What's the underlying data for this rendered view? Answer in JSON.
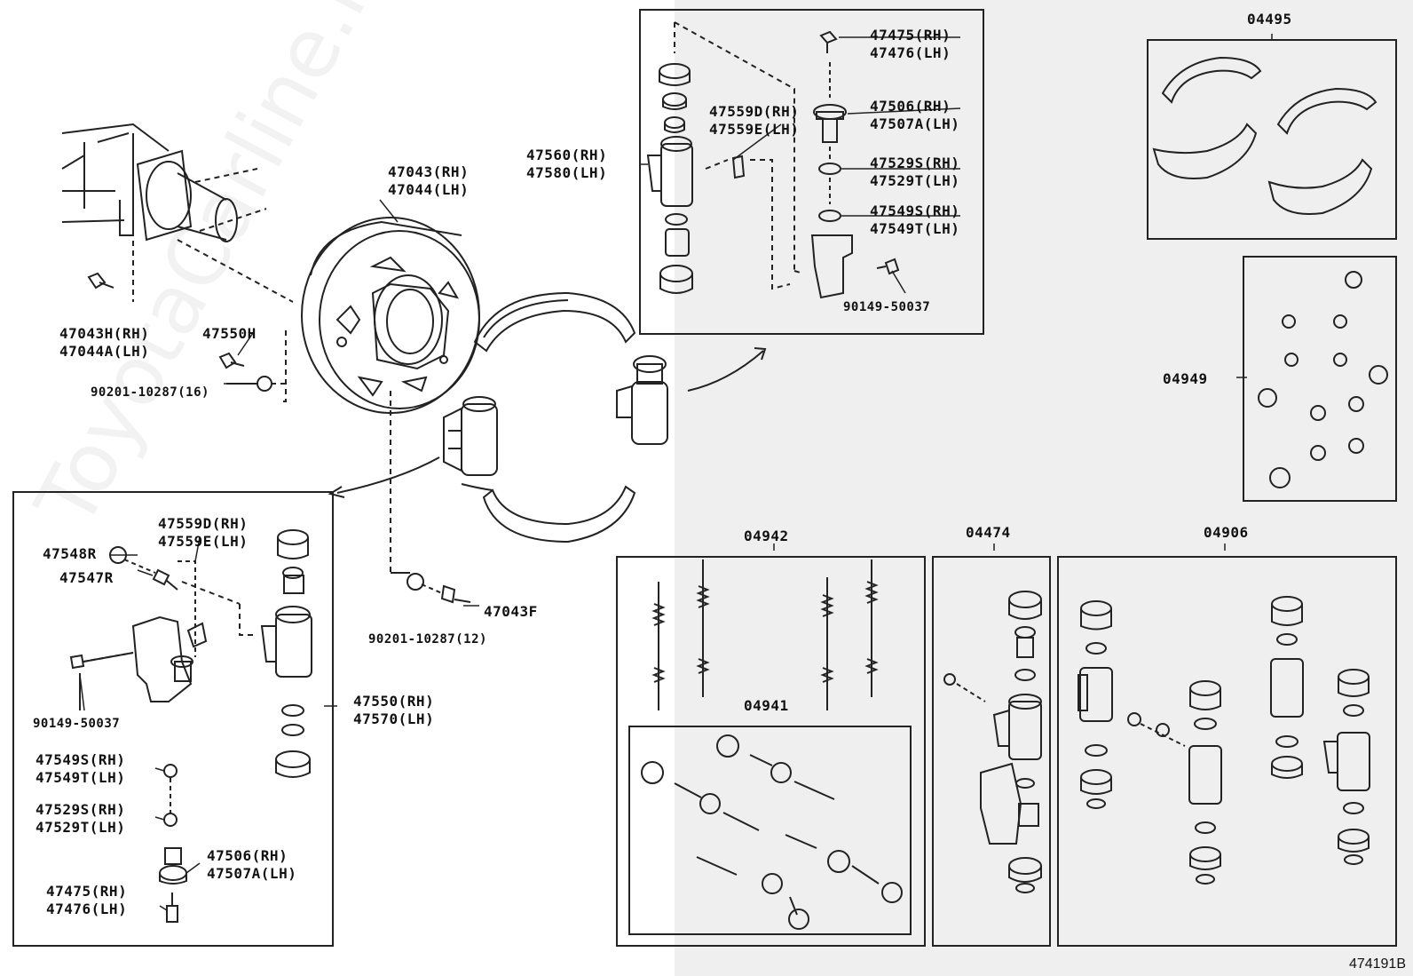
{
  "watermark": "ToyotaCarline.ru",
  "figure_id": "474191B",
  "labels": {
    "p47043_47044": "47043(RH)\n47044(LH)",
    "p47043H_47044A": "47043H(RH)\n47044A(LH)",
    "p47550H": "47550H",
    "p90201_16": "90201-10287(16)",
    "p90201_12": "90201-10287(12)",
    "p47043F": "47043F",
    "p47560_47580": "47560(RH)\n47580(LH)",
    "p47475_top": "47475(RH)\n47476(LH)",
    "p47559D_top": "47559D(RH)\n47559E(LH)",
    "p47506_top": "47506(RH)\n47507A(LH)",
    "p47529S_top": "47529S(RH)\n47529T(LH)",
    "p47549S_top": "47549S(RH)\n47549T(LH)",
    "p90149_top": "90149-50037",
    "p04495": "04495",
    "p04949": "04949",
    "p04942": "04942",
    "p04941": "04941",
    "p04474": "04474",
    "p04906": "04906",
    "p47548R": "47548R",
    "p47547R": "47547R",
    "p47559D_left": "47559D(RH)\n47559E(LH)",
    "p90149_left": "90149-50037",
    "p47550_47570": "47550(RH)\n47570(LH)",
    "p47549S_left": "47549S(RH)\n47549T(LH)",
    "p47529S_left": "47529S(RH)\n47529T(LH)",
    "p47506_left": "47506(RH)\n47507A(LH)",
    "p47475_left": "47475(RH)\n47476(LH)"
  }
}
